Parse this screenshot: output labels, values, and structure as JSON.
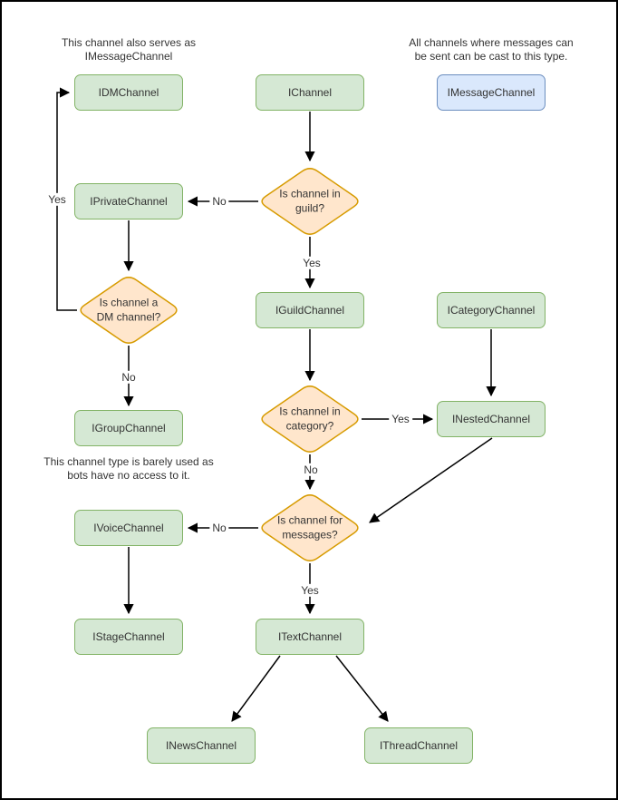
{
  "diagram": {
    "annotations": {
      "dm_note": "This channel also serves as\nIMessageChannel",
      "message_note": "All channels where messages can\nbe sent can be cast to this type.",
      "group_note": "This channel type is barely used as\nbots have no access to it."
    },
    "nodes": {
      "idm_channel": "IDMChannel",
      "i_channel": "IChannel",
      "imessage_channel": "IMessageChannel",
      "iprivate_channel": "IPrivateChannel",
      "iguild_channel": "IGuildChannel",
      "icategory_channel": "ICategoryChannel",
      "igroup_channel": "IGroupChannel",
      "inested_channel": "INestedChannel",
      "ivoice_channel": "IVoiceChannel",
      "istage_channel": "IStageChannel",
      "itext_channel": "ITextChannel",
      "inews_channel": "INewsChannel",
      "ithread_channel": "IThreadChannel"
    },
    "decisions": {
      "in_guild": "Is channel in\nguild?",
      "is_dm": "Is channel a\nDM channel?",
      "in_category": "Is channel in\ncategory?",
      "for_messages": "Is channel for\nmessages?"
    },
    "edge_labels": {
      "guild_no": "No",
      "guild_yes": "Yes",
      "dm_yes": "Yes",
      "dm_no": "No",
      "category_yes": "Yes",
      "category_no": "No",
      "messages_no": "No",
      "messages_yes": "Yes"
    },
    "colors": {
      "node_fill": "#d5e8d4",
      "node_stroke": "#82b366",
      "decision_fill": "#ffe6cc",
      "decision_stroke": "#d79b00",
      "highlight_fill": "#dae8fc",
      "highlight_stroke": "#6c8ebf",
      "edge": "#000000",
      "text": "#333333",
      "background": "#ffffff",
      "frame": "#000000"
    }
  }
}
